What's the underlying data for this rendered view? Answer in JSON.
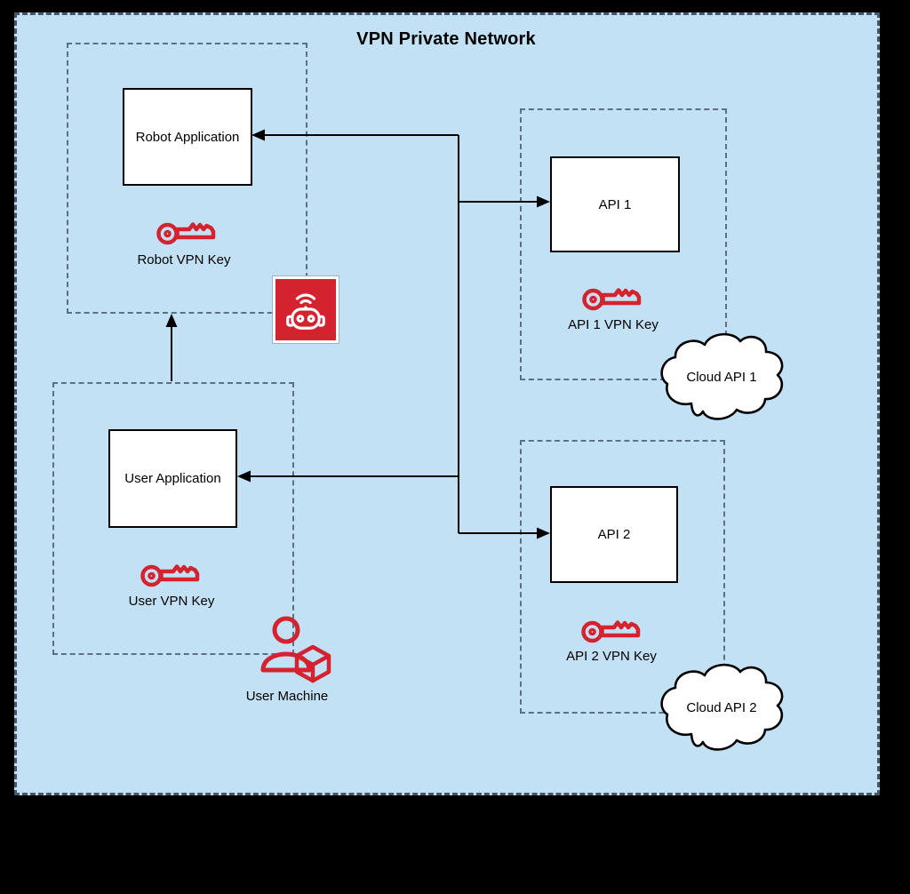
{
  "title": "VPN Private Network",
  "colors": {
    "canvas_fill": "#C3E1F4",
    "canvas_border": "#47566B",
    "group_border": "#5C7083",
    "line": "#000000",
    "node_fill": "#FFFFFF",
    "accent_red": "#D5222F",
    "outside": "#000000"
  },
  "nodes": {
    "robot_app": {
      "label": "Robot Application"
    },
    "user_app": {
      "label": "User Application"
    },
    "api1": {
      "label": "API 1"
    },
    "api2": {
      "label": "API 2"
    }
  },
  "keys": {
    "robot": {
      "label": "Robot VPN Key",
      "icon": "key-icon"
    },
    "user": {
      "label": "User VPN Key",
      "icon": "key-icon"
    },
    "api1": {
      "label": "API 1 VPN Key",
      "icon": "key-icon"
    },
    "api2": {
      "label": "API 2 VPN Key",
      "icon": "key-icon"
    }
  },
  "clouds": {
    "cloud1": {
      "label": "Cloud API 1"
    },
    "cloud2": {
      "label": "Cloud API 2"
    }
  },
  "actors": {
    "robot": {
      "icon": "robot-icon"
    },
    "user_machine": {
      "label": "User Machine",
      "icon": "user-machine-icon"
    }
  },
  "edges": [
    {
      "from": "vpn-trunk",
      "to": "robot_app",
      "arrow": "left"
    },
    {
      "from": "vpn-trunk",
      "to": "api1",
      "arrow": "right"
    },
    {
      "from": "vpn-trunk",
      "to": "user_app",
      "arrow": "left"
    },
    {
      "from": "vpn-trunk",
      "to": "api2",
      "arrow": "right"
    },
    {
      "from": "user_zone",
      "to": "robot_zone",
      "arrow": "up"
    }
  ]
}
